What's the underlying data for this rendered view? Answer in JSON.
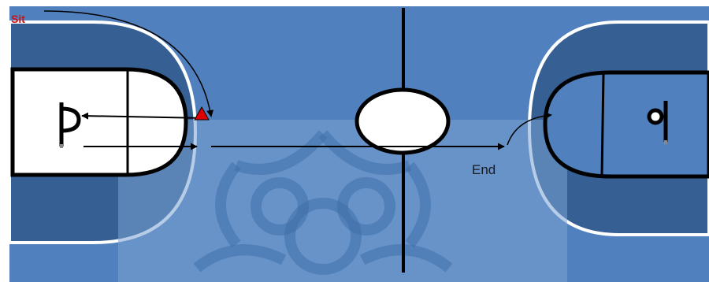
{
  "labels": {
    "start": "Sit",
    "end": "End"
  },
  "colors": {
    "page_background": "#ffffff",
    "court_blue": "#5080bd",
    "key_dark_blue": "#365f93",
    "watermark_panel": "#7aa3d3",
    "watermark_pattern": "#3f6fa8",
    "paint_white": "#ffffff",
    "line_black": "#000000",
    "marker_red": "#e00000",
    "start_label_red": "#d11010"
  },
  "players": [
    {
      "id": "left-player",
      "glyph": "p-shape",
      "side": "left"
    },
    {
      "id": "right-player",
      "glyph": "q-shape",
      "side": "right"
    }
  ],
  "icons": {
    "marker": "red-triangle-icon",
    "arrows": "arrowhead-icon",
    "watermark": "star-ornament-icon"
  }
}
